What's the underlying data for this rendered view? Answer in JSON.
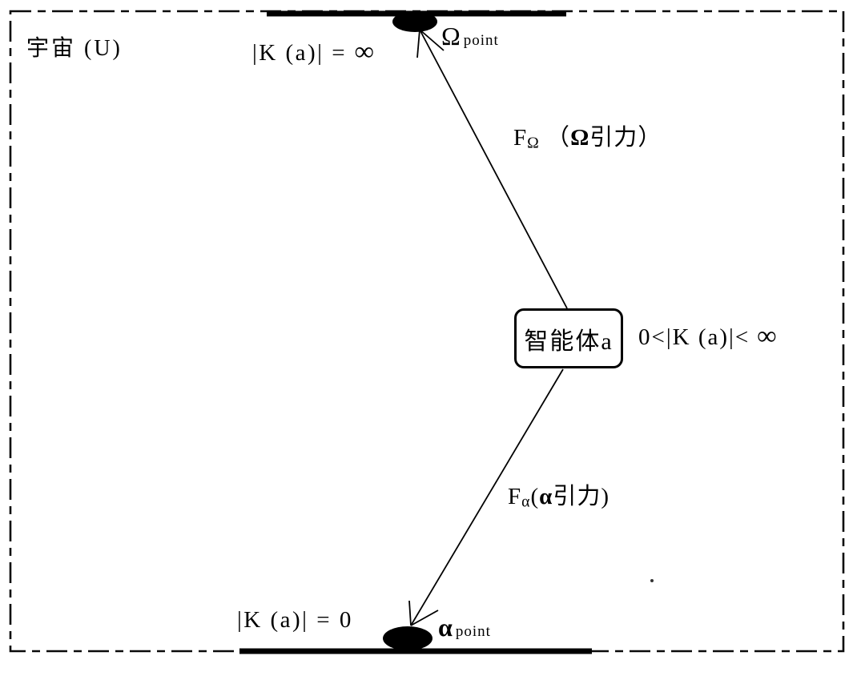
{
  "diagram_title": "宇宙 (U)",
  "universe_label": "宇宙 (U)",
  "top_boundary": {
    "k_label": "|K (a)| = ",
    "k_value": "∞",
    "point": {
      "symbol": "Ω",
      "label": "point"
    }
  },
  "bottom_boundary": {
    "k_label": "|K (a)| = 0",
    "point": {
      "symbol": "α",
      "label": "point"
    }
  },
  "agent": {
    "label": "智能体a",
    "k_label": "0<|K (a)|< ",
    "k_value": "∞"
  },
  "forces": {
    "omega": {
      "base": "F",
      "sub": "Ω",
      "open": "（",
      "symbol": "Ω",
      "text": "引力",
      "close": "）"
    },
    "alpha": {
      "base": "F",
      "sub": "α",
      "open": "(",
      "symbol": "α",
      "text": "引力",
      "close": ")"
    }
  },
  "colors": {
    "ink": "#000000",
    "background": "#ffffff"
  }
}
